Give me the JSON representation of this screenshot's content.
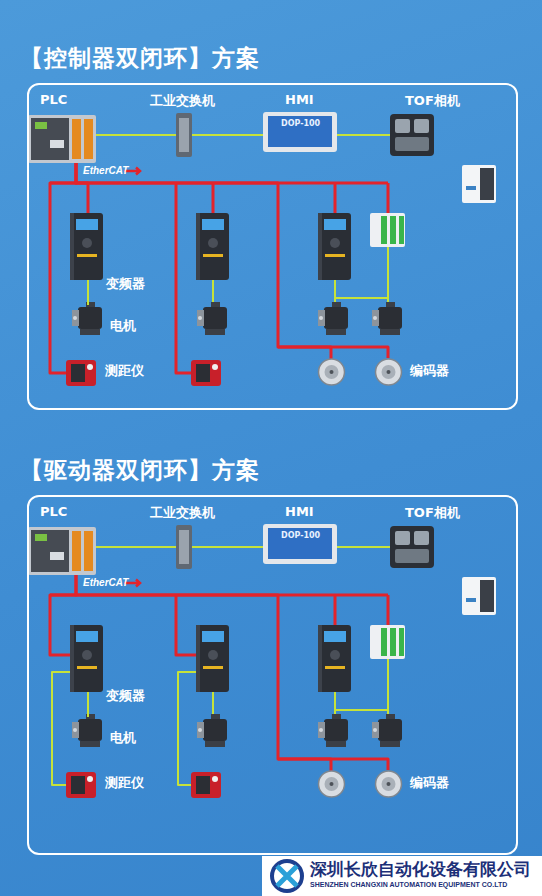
{
  "diagram": {
    "nodes": [
      {
        "text": [
          "【控制器双闭环】方案"
        ]
      },
      {
        "text": [
          "PLC"
        ],
        "in": 0
      },
      {
        "text": [
          "工业交换机"
        ],
        "in": 0
      },
      {
        "text": [
          "HMI",
          "DOP-100"
        ],
        "in": 0
      },
      {
        "text": [
          "TOF相机"
        ],
        "in": 0
      },
      {
        "text": [
          "变频器"
        ],
        "in": 0
      },
      {
        "text": [
          "电机"
        ],
        "in": 0
      },
      {
        "text": [
          "测距仪"
        ],
        "in": 0
      },
      {
        "text": [
          "编码器"
        ],
        "in": 0
      },
      {
        "text": [
          "【驱动器双闭环】方案"
        ]
      },
      {
        "text": [
          "PLC"
        ],
        "in": 9
      },
      {
        "text": [
          "工业交换机"
        ],
        "in": 9
      },
      {
        "text": [
          "HMI",
          "DOP-100"
        ],
        "in": 9
      },
      {
        "text": [
          "TOF相机"
        ],
        "in": 9
      },
      {
        "text": [
          "变频器"
        ],
        "in": 9
      },
      {
        "text": [
          "电机"
        ],
        "in": 9
      },
      {
        "text": [
          "测距仪"
        ],
        "in": 9
      },
      {
        "text": [
          "编码器"
        ],
        "in": 9
      }
    ],
    "edges": [
      {
        "from": 1,
        "to": 2,
        "arrow": "none"
      },
      {
        "from": 2,
        "to": 3,
        "arrow": "none"
      },
      {
        "from": 3,
        "to": 4,
        "arrow": "none"
      },
      {
        "from": 1,
        "to": 5,
        "arrow": "none"
      },
      {
        "from": 5,
        "to": 6,
        "arrow": "none"
      },
      {
        "from": 1,
        "to": 7,
        "arrow": "none"
      },
      {
        "from": 1,
        "to": 8,
        "arrow": "none"
      },
      {
        "from": 10,
        "to": 11,
        "arrow": "none"
      },
      {
        "from": 11,
        "to": 12,
        "arrow": "none"
      },
      {
        "from": 12,
        "to": 13,
        "arrow": "none"
      },
      {
        "from": 10,
        "to": 14,
        "arrow": "none"
      },
      {
        "from": 14,
        "to": 15,
        "arrow": "none"
      },
      {
        "from": 14,
        "to": 16,
        "arrow": "none"
      },
      {
        "from": 10,
        "to": 17,
        "arrow": "none"
      }
    ],
    "labels": [
      "EtherCAT",
      "EtherCAT",
      "深圳长欣自动化设备有限公司",
      "SHENZHEN CHANGXIN AUTOMATION EQUIPMENT CO.LTD"
    ]
  }
}
